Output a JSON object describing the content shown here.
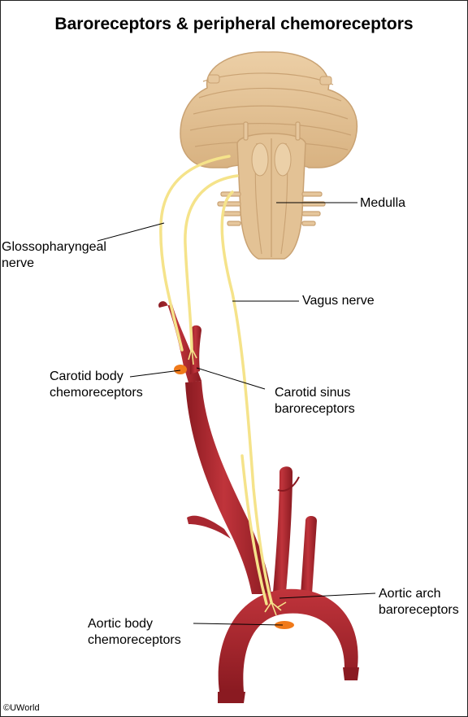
{
  "title": "Baroreceptors & peripheral chemoreceptors",
  "labels": {
    "medulla": "Medulla",
    "glossopharyngeal_1": "Glossopharyngeal",
    "glossopharyngeal_2": "nerve",
    "vagus": "Vagus nerve",
    "carotid_body_1": "Carotid body",
    "carotid_body_2": "chemoreceptors",
    "carotid_sinus_1": "Carotid sinus",
    "carotid_sinus_2": "baroreceptors",
    "aortic_arch_1": "Aortic arch",
    "aortic_arch_2": "baroreceptors",
    "aortic_body_1": "Aortic body",
    "aortic_body_2": "chemoreceptors"
  },
  "copyright": "©UWorld",
  "colors": {
    "brainstem": "#e6c79d",
    "brainstem_shadow": "#c9a273",
    "vessel": "#b3232c",
    "vessel_dark": "#8a1a21",
    "nerve": "#f5e38a",
    "receptor": "#f07a1a",
    "leader": "#000000"
  }
}
